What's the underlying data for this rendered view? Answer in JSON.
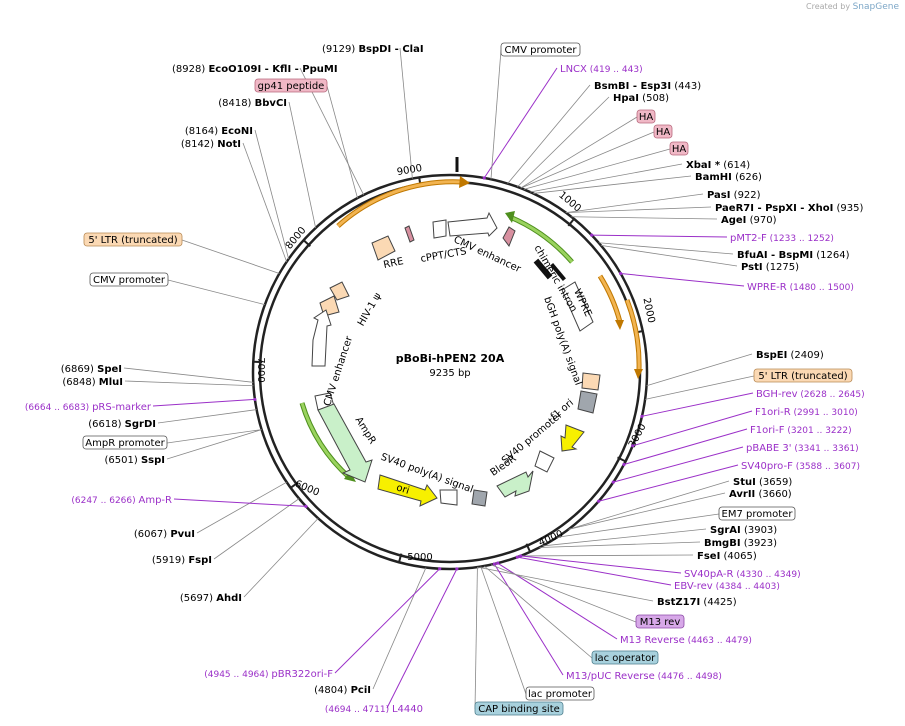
{
  "credit": {
    "prefix": "Created by",
    "brand": "SnapGene"
  },
  "plasmid": {
    "name": "pBoBi-hPEN2 20A",
    "length": "9235 bp"
  },
  "scale_ticks": [
    "1000",
    "2000",
    "3000",
    "4000",
    "5000",
    "6000",
    "7000",
    "8000",
    "9000"
  ],
  "sites": [
    {
      "pos": "(9129)",
      "name": "BspDI",
      "extra": "- ClaI"
    },
    {
      "pos": "(8928)",
      "name": "EcoO109I",
      "extra": "- KflI  - PpuMI"
    },
    {
      "pos": "(8418)",
      "name": "BbvCI",
      "extra": ""
    },
    {
      "pos": "(8164)",
      "name": "EcoNI",
      "extra": ""
    },
    {
      "pos": "(8142)",
      "name": "NotI",
      "extra": ""
    },
    {
      "pos": "(6869)",
      "name": "SpeI",
      "extra": ""
    },
    {
      "pos": "(6848)",
      "name": "MluI",
      "extra": ""
    },
    {
      "pos": "(6618)",
      "name": "SgrDI",
      "extra": ""
    },
    {
      "pos": "(6501)",
      "name": "SspI",
      "extra": ""
    },
    {
      "pos": "(6067)",
      "name": "PvuI",
      "extra": ""
    },
    {
      "pos": "(5919)",
      "name": "FspI",
      "extra": ""
    },
    {
      "pos": "(5697)",
      "name": "AhdI",
      "extra": ""
    },
    {
      "pos": "(4804)",
      "name": "PciI",
      "extra": ""
    },
    {
      "pos": "(443)",
      "name": "BsmBI",
      "extra": "- Esp3I"
    },
    {
      "pos": "(508)",
      "name": "HpaI",
      "extra": ""
    },
    {
      "pos": "(614)",
      "name": "XbaI *",
      "extra": ""
    },
    {
      "pos": "(626)",
      "name": "BamHI",
      "extra": ""
    },
    {
      "pos": "(922)",
      "name": "PasI",
      "extra": ""
    },
    {
      "pos": "(935)",
      "name": "PaeR7I",
      "extra": "- PspXI  - XhoI"
    },
    {
      "pos": "(970)",
      "name": "AgeI",
      "extra": ""
    },
    {
      "pos": "(1264)",
      "name": "BfuAI",
      "extra": "- BspMI"
    },
    {
      "pos": "(1275)",
      "name": "PstI",
      "extra": ""
    },
    {
      "pos": "(2409)",
      "name": "BspEI",
      "extra": ""
    },
    {
      "pos": "(3659)",
      "name": "StuI",
      "extra": ""
    },
    {
      "pos": "(3660)",
      "name": "AvrII",
      "extra": ""
    },
    {
      "pos": "(3903)",
      "name": "SgrAI",
      "extra": ""
    },
    {
      "pos": "(3923)",
      "name": "BmgBI",
      "extra": ""
    },
    {
      "pos": "(4065)",
      "name": "FseI",
      "extra": ""
    },
    {
      "pos": "(4425)",
      "name": "BstZ17I",
      "extra": ""
    }
  ],
  "primers": [
    {
      "name": "LNCX",
      "range": "(419 .. 443)"
    },
    {
      "name": "pMT2-F",
      "range": "(1233 .. 1252)"
    },
    {
      "name": "WPRE-R",
      "range": "(1480 .. 1500)"
    },
    {
      "name": "BGH-rev",
      "range": "(2628 .. 2645)"
    },
    {
      "name": "F1ori-R",
      "range": "(2991 .. 3010)"
    },
    {
      "name": "F1ori-F",
      "range": "(3201 .. 3222)"
    },
    {
      "name": "pBABE 3'",
      "range": "(3341 .. 3361)"
    },
    {
      "name": "SV40pro-F",
      "range": "(3588 .. 3607)"
    },
    {
      "name": "SV40pA-R",
      "range": "(4330 .. 4349)"
    },
    {
      "name": "EBV-rev",
      "range": "(4384 .. 4403)"
    },
    {
      "name": "M13 Reverse",
      "range": "(4463 .. 4479)"
    },
    {
      "name": "M13/pUC Reverse",
      "range": "(4476 .. 4498)"
    },
    {
      "name": "L4440",
      "range": "(4694 .. 4711)"
    },
    {
      "name": "pBR322ori-F",
      "range": "(4945 .. 4964)"
    },
    {
      "name": "Amp-R",
      "range": "(6247 .. 6266)"
    },
    {
      "name": "pRS-marker",
      "range": "(6664 .. 6683)"
    }
  ],
  "boxed_labels": [
    {
      "text": "CMV promoter"
    },
    {
      "text": "gp41 peptide"
    },
    {
      "text": "HA"
    },
    {
      "text": "HA"
    },
    {
      "text": "HA"
    },
    {
      "text": "5' LTR (truncated)"
    },
    {
      "text": "CMV promoter"
    },
    {
      "text": "AmpR promoter"
    },
    {
      "text": "5' LTR (truncated)"
    },
    {
      "text": "EM7 promoter"
    },
    {
      "text": "M13 rev"
    },
    {
      "text": "lac operator"
    },
    {
      "text": "lac promoter"
    },
    {
      "text": "CAP binding site"
    }
  ],
  "inner_labels": [
    "CMV enhancer",
    "cPPT/CTS",
    "RRE",
    "HIV-1 ψ",
    "CMV enhancer",
    "AmpR",
    "SV40 poly(A) signal",
    "ori",
    "BleoR",
    "SV40 promoter",
    "f1 ori",
    "bGH poly(A) signal",
    "WPRE",
    "chimeric intron"
  ],
  "colors": {
    "primer": "#9b30c8",
    "orf_orange": "#e8a020",
    "orf_green": "#7fc241",
    "ltr": "#fbd9b4",
    "ha": "#f0b8c6",
    "tag": "#a8d1dd",
    "ori_yellow": "#f7f000",
    "ampr_green": "#c9f0c9"
  }
}
